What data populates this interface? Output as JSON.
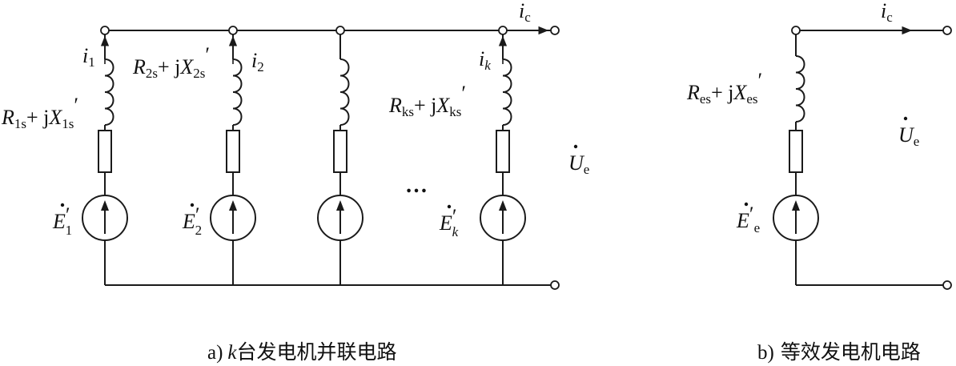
{
  "panel_a": {
    "caption_prefix": "a)",
    "caption_var": "k",
    "caption_text": "台发电机并联电路",
    "branches": [
      {
        "current_base": "i",
        "current_sub": "1",
        "imp_R": "R",
        "imp_R_sub": "1s",
        "imp_join": "+ j",
        "imp_X": "X",
        "imp_X_sub": "1s",
        "imp_prime": "′",
        "emf_base": "E",
        "emf_prime": "′",
        "emf_sub": "1"
      },
      {
        "current_base": "i",
        "current_sub": "2",
        "imp_R": "R",
        "imp_R_sub": "2s",
        "imp_join": "+ j",
        "imp_X": "X",
        "imp_X_sub": "2s",
        "imp_prime": "′",
        "emf_base": "E",
        "emf_prime": "′",
        "emf_sub": "2"
      },
      {},
      {
        "current_base": "i",
        "current_sub": "k",
        "imp_R": "R",
        "imp_R_sub": "ks",
        "imp_join": "+ j",
        "imp_X": "X",
        "imp_X_sub": "ks",
        "imp_prime": "′",
        "emf_base": "E",
        "emf_prime": "′",
        "emf_sub": "k"
      }
    ],
    "ellipsis": "…",
    "output_current_base": "i",
    "output_current_sub": "c",
    "voltage_base": "U",
    "voltage_sub": "e"
  },
  "panel_b": {
    "caption_prefix": "b)",
    "caption_text": "等效发电机电路",
    "current_base": "i",
    "current_sub": "c",
    "imp_R": "R",
    "imp_R_sub": "es",
    "imp_join": "+ j",
    "imp_X": "X",
    "imp_X_sub": "es",
    "imp_prime": "′",
    "emf_base": "E",
    "emf_prime": "′",
    "emf_sub": "e",
    "voltage_base": "U",
    "voltage_sub": "e"
  }
}
